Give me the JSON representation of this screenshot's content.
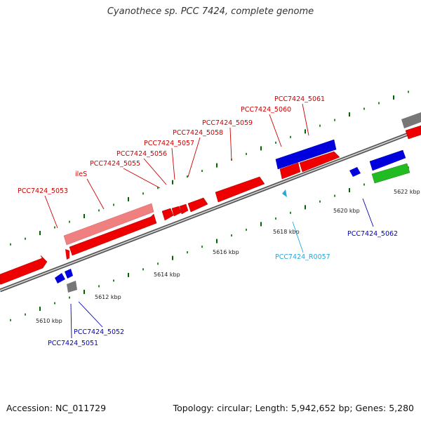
{
  "title": "Cyanothece sp. PCC 7424, complete genome",
  "footer": {
    "accession": "Accession: NC_011729",
    "summary": "Topology: circular; Length: 5,942,652 bp; Genes: 5,280"
  },
  "colors": {
    "forward_gene": "#ee0000",
    "pseudogene": "#f08080",
    "reverse_gene": "#0000dd",
    "rna": "#22bb22",
    "unknown": "#777777",
    "trna": "#22aadd",
    "label_forward": "#cc0000",
    "label_reverse": "#0000bb",
    "label_rna": "#22aadd",
    "tick": "#006600"
  },
  "axis": {
    "tick_labels": [
      "5610 kbp",
      "5612 kbp",
      "5614 kbp",
      "5616 kbp",
      "5618 kbp",
      "5620 kbp",
      "5622 kbp"
    ]
  },
  "genes": [
    {
      "id": "g5053",
      "label": "PCC7424_5053",
      "strand": "forward"
    },
    {
      "id": "gileS",
      "label": "ileS",
      "strand": "forward"
    },
    {
      "id": "g5055",
      "label": "PCC7424_5055",
      "strand": "forward"
    },
    {
      "id": "g5056",
      "label": "PCC7424_5056",
      "strand": "forward"
    },
    {
      "id": "g5057",
      "label": "PCC7424_5057",
      "strand": "forward"
    },
    {
      "id": "g5058",
      "label": "PCC7424_5058",
      "strand": "forward"
    },
    {
      "id": "g5059",
      "label": "PCC7424_5059",
      "strand": "forward"
    },
    {
      "id": "g5060",
      "label": "PCC7424_5060",
      "strand": "forward"
    },
    {
      "id": "g5061",
      "label": "PCC7424_5061",
      "strand": "forward"
    },
    {
      "id": "g5062",
      "label": "PCC7424_5062",
      "strand": "reverse"
    },
    {
      "id": "gR0057",
      "label": "PCC7424_R0057",
      "strand": "rna"
    },
    {
      "id": "g5052",
      "label": "PCC7424_5052",
      "strand": "reverse"
    },
    {
      "id": "g5051",
      "label": "PCC7424_5051",
      "strand": "reverse"
    }
  ]
}
